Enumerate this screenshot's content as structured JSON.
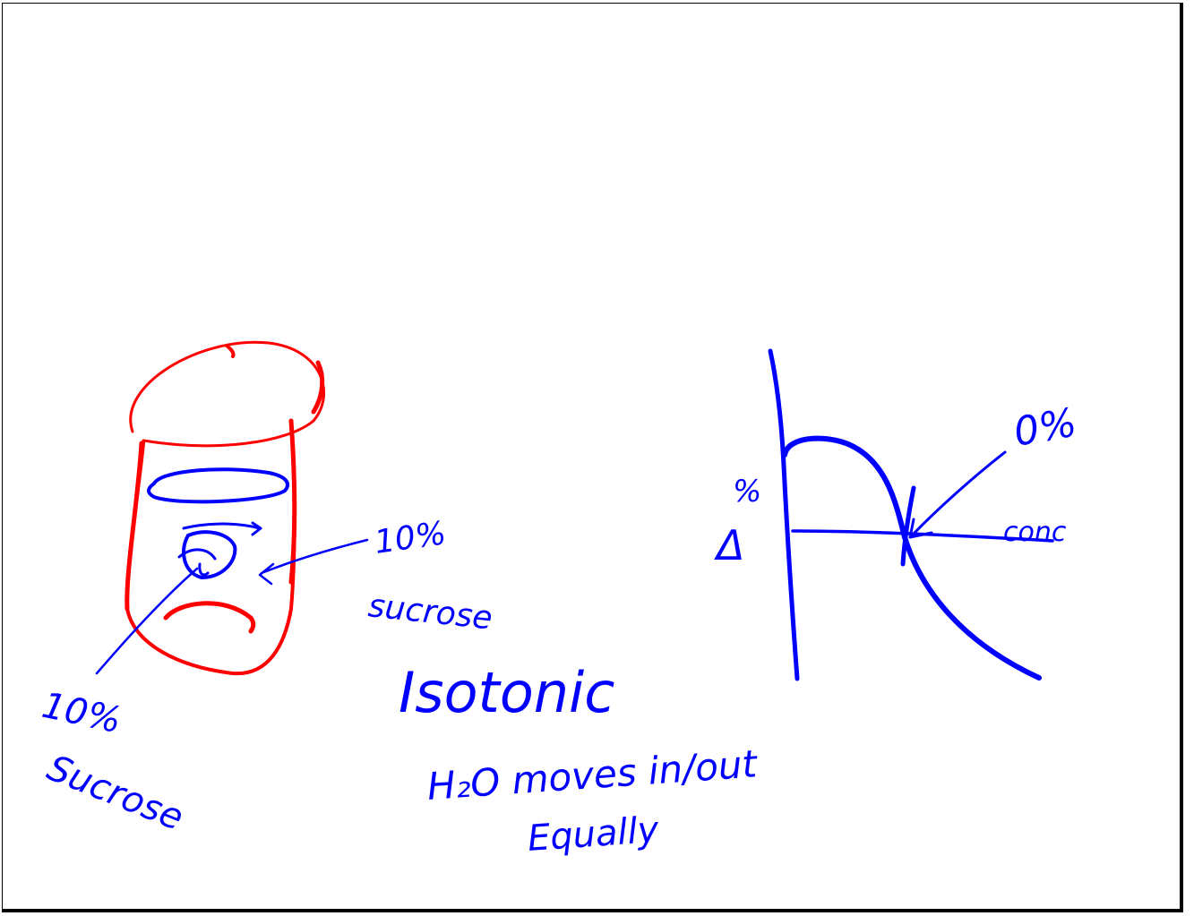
{
  "whiteboard": {
    "ink_colors": {
      "cell": "#ff0000",
      "notes": "#0000ff"
    },
    "labels": {
      "inside_conc_percent": "10%",
      "inside_solute": "sucrose",
      "outside_conc_percent": "10%",
      "outside_solute": "Sucrose",
      "title": "Isotonic",
      "note_line1": "H₂O moves in/out",
      "note_line2": "Equally",
      "graph_y_label_delta": "Δ",
      "graph_y_label_pct": "%",
      "graph_x_label": "conc",
      "graph_point_label": "0%"
    }
  }
}
